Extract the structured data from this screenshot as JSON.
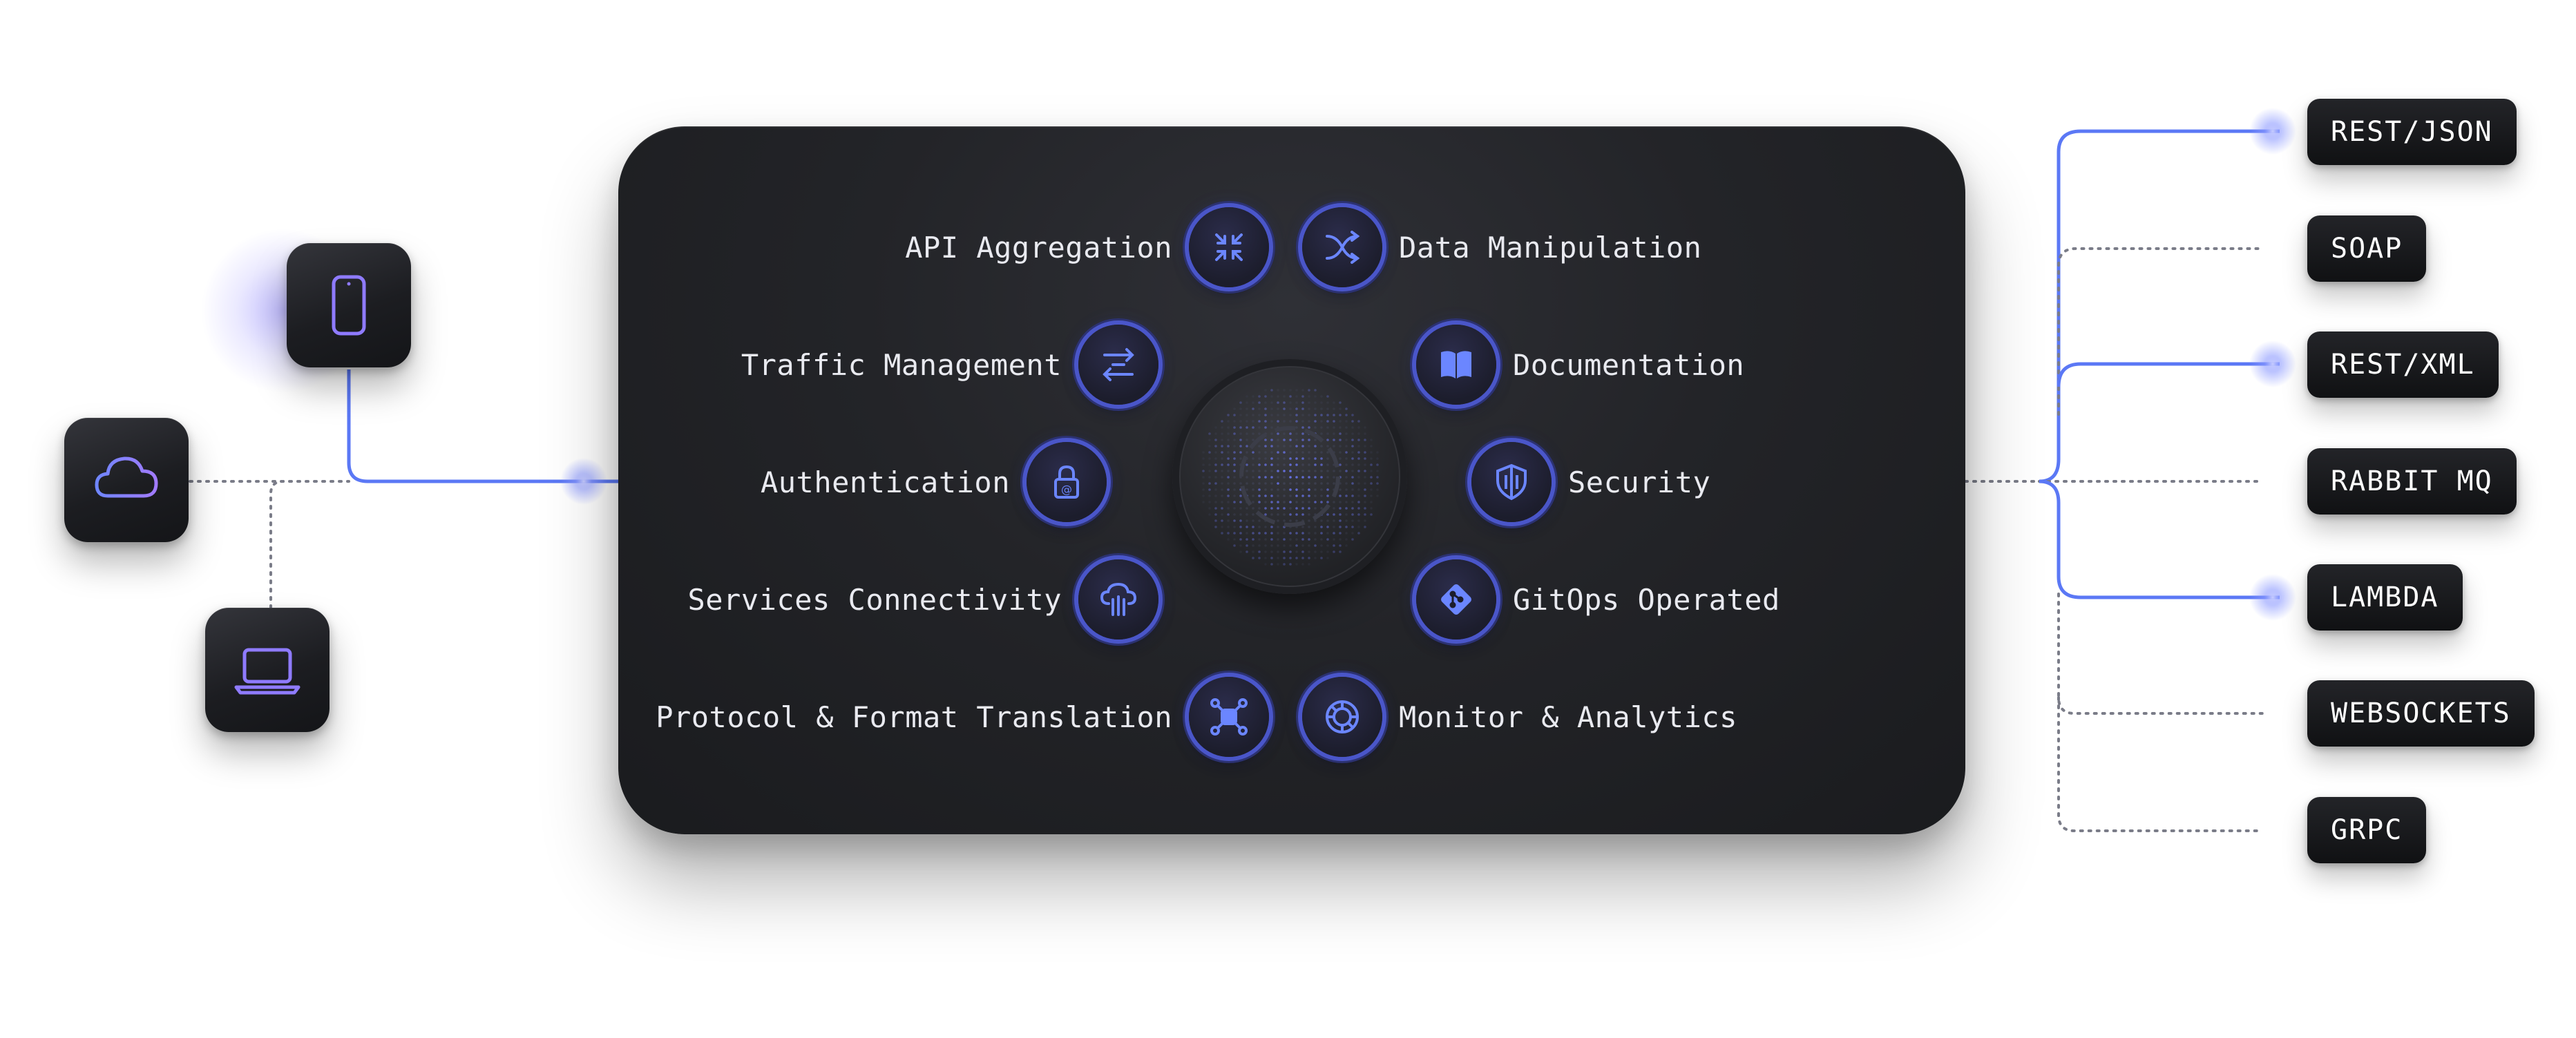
{
  "clients": [
    {
      "name": "mobile",
      "icon": "phone-icon"
    },
    {
      "name": "cloud",
      "icon": "cloud-icon"
    },
    {
      "name": "desktop",
      "icon": "laptop-icon"
    }
  ],
  "features_left": [
    {
      "label": "API Aggregation",
      "icon": "arrows-converge-icon"
    },
    {
      "label": "Traffic Management",
      "icon": "traffic-arrows-icon"
    },
    {
      "label": "Authentication",
      "icon": "lock-icon"
    },
    {
      "label": "Services Connectivity",
      "icon": "cloud-connect-icon"
    },
    {
      "label": "Protocol & Format Translation",
      "icon": "translate-nodes-icon"
    }
  ],
  "features_right": [
    {
      "label": "Data Manipulation",
      "icon": "data-flow-icon"
    },
    {
      "label": "Documentation",
      "icon": "book-icon"
    },
    {
      "label": "Security",
      "icon": "shield-icon"
    },
    {
      "label": "GitOps Operated",
      "icon": "git-icon"
    },
    {
      "label": "Monitor & Analytics",
      "icon": "gauge-icon"
    }
  ],
  "protocols": [
    {
      "label": "REST/JSON",
      "active": true
    },
    {
      "label": "SOAP",
      "active": false
    },
    {
      "label": "REST/XML",
      "active": true
    },
    {
      "label": "RABBIT MQ",
      "active": false
    },
    {
      "label": "LAMBDA",
      "active": true
    },
    {
      "label": "WEBSOCKETS",
      "active": false
    },
    {
      "label": "GRPC",
      "active": false
    }
  ],
  "colors": {
    "accent_blue": "#5b78f5",
    "accent_purple": "#8f7bff",
    "panel": "#232428",
    "dotted_line": "#7a7c88"
  }
}
